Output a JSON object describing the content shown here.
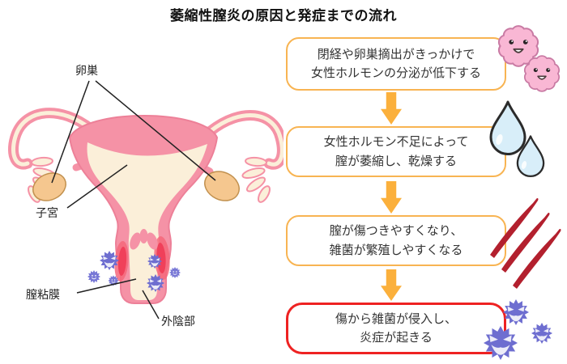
{
  "title": "萎縮性膣炎の原因と発症までの流れ",
  "anatomy": {
    "labels": {
      "ovary": "卵巣",
      "uterus": "子宮",
      "mucosa": "膣粘膜",
      "vulva": "外陰部"
    },
    "icons": [
      "germ-icon",
      "cute-germ-icon"
    ]
  },
  "flowchart": {
    "steps": [
      {
        "line1": "閉経や卵巣摘出がきっかけで",
        "line2": "女性ホルモンの分泌が低下する",
        "border_color": "#f8b452",
        "icon": "hormone-cell-icon"
      },
      {
        "line1": "女性ホルモン不足によって",
        "line2": "膣が萎縮し、乾燥する",
        "border_color": "#f8b452",
        "icon": "droplet-icon"
      },
      {
        "line1": "膣が傷つきやすくなり、",
        "line2": "雑菌が繁殖しやすくなる",
        "border_color": "#f8b452",
        "icon": "scratch-icon"
      },
      {
        "line1": "傷から雑菌が侵入し、",
        "line2": "炎症が起きる",
        "border_color": "#ee2222",
        "icon": "germ-icon"
      }
    ],
    "arrow_color": "#fbb03c"
  },
  "colors": {
    "box_border_orange": "#f8b452",
    "box_border_red": "#ee2222",
    "arrow_orange": "#fbb03c",
    "uterus_pink": "#f592a6",
    "uterus_outline": "#ed8098",
    "cavity_cream": "#fbefd9",
    "ovary_tan": "#f5c78f",
    "inflamed_red": "#ef3b55",
    "germ_purple": "#6e6ed0",
    "hormone_pink": "#f9b7d4",
    "droplet_blue": "#d8eef9",
    "scratch_red": "#b3202e",
    "text": "#333333"
  }
}
